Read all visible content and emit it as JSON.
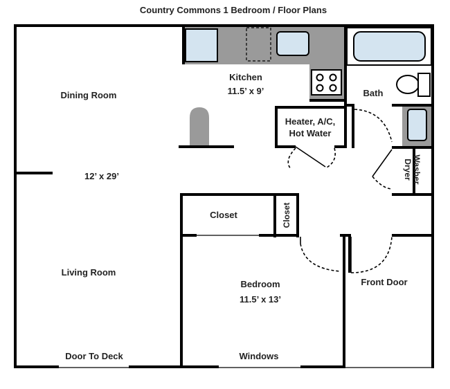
{
  "title": "Country Commons 1 Bedroom  / Floor Plans",
  "rooms": {
    "kitchen": {
      "name": "Kitchen",
      "size": "11.5’ x 9’"
    },
    "dining": {
      "name": "Dining Room"
    },
    "living_dims": "12’ x 29’",
    "living": {
      "name": "Living Room"
    },
    "bath": {
      "name": "Bath"
    },
    "heater": {
      "line1": "Heater, A/C,",
      "line2": "Hot Water"
    },
    "washer": {
      "line1": "Washer",
      "line2": "Dryer"
    },
    "closet_main": "Closet",
    "closet_side": "Closet",
    "bedroom": {
      "name": "Bedroom",
      "size": "11.5’ x 13’"
    }
  },
  "openings": {
    "front_door": "Front Door",
    "deck_door": "Door To Deck",
    "windows": "Windows"
  },
  "colors": {
    "wall": "#000000",
    "counter": "#9a9a9a",
    "fixture": "#d4e4f0"
  }
}
